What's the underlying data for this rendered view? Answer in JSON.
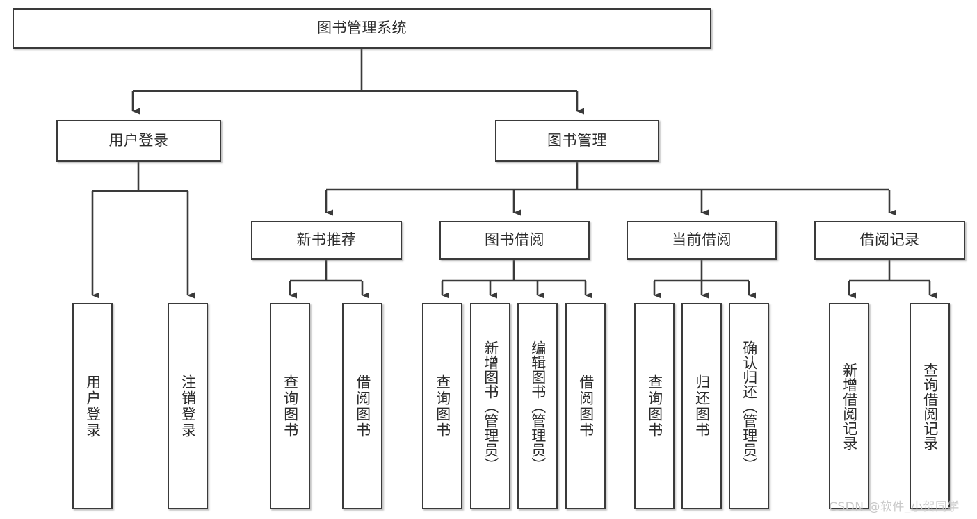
{
  "diagram": {
    "title": "图书管理系统",
    "type": "tree-hierarchy-chart",
    "root": {
      "label": "图书管理系统"
    },
    "level2": [
      {
        "label": "用户登录"
      },
      {
        "label": "图书管理"
      }
    ],
    "level3": [
      {
        "label": "新书推荐"
      },
      {
        "label": "图书借阅"
      },
      {
        "label": "当前借阅"
      },
      {
        "label": "借阅记录"
      }
    ],
    "leaves": {
      "user_login": [
        {
          "label": "用户登录"
        },
        {
          "label": "注销登录"
        }
      ],
      "new_book_recommend": [
        {
          "label": "查询图书"
        },
        {
          "label": "借阅图书"
        }
      ],
      "book_borrow": [
        {
          "label": "查询图书"
        },
        {
          "label": "新增图书（管理员）"
        },
        {
          "label": "编辑图书（管理员）"
        },
        {
          "label": "借阅图书"
        }
      ],
      "current_borrow": [
        {
          "label": "查询图书"
        },
        {
          "label": "归还图书"
        },
        {
          "label": "确认归还（管理员）"
        }
      ],
      "borrow_record": [
        {
          "label": "新增借阅记录"
        },
        {
          "label": "查询借阅记录"
        }
      ]
    }
  },
  "watermark": {
    "text": "CSDN @软件_小贺同学"
  },
  "colors": {
    "border": "#3a3a3a",
    "text": "#2b2b2b",
    "background": "#ffffff",
    "watermark": "#c9c9c9"
  }
}
